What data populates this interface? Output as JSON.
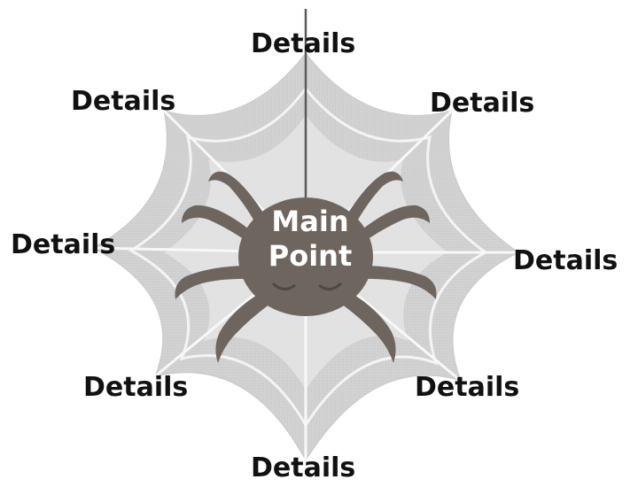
{
  "main_point": {
    "line1": "Main",
    "line2": "Point"
  },
  "details": [
    {
      "label": "Details"
    },
    {
      "label": "Details"
    },
    {
      "label": "Details"
    },
    {
      "label": "Details"
    },
    {
      "label": "Details"
    },
    {
      "label": "Details"
    },
    {
      "label": "Details"
    },
    {
      "label": "Details"
    }
  ],
  "colors": {
    "web_fill": "#d4d4d4",
    "web_inner": "#e2e2e2",
    "web_line": "#f7f7f7",
    "spider": "#6e655e",
    "label_text": "#111111"
  }
}
